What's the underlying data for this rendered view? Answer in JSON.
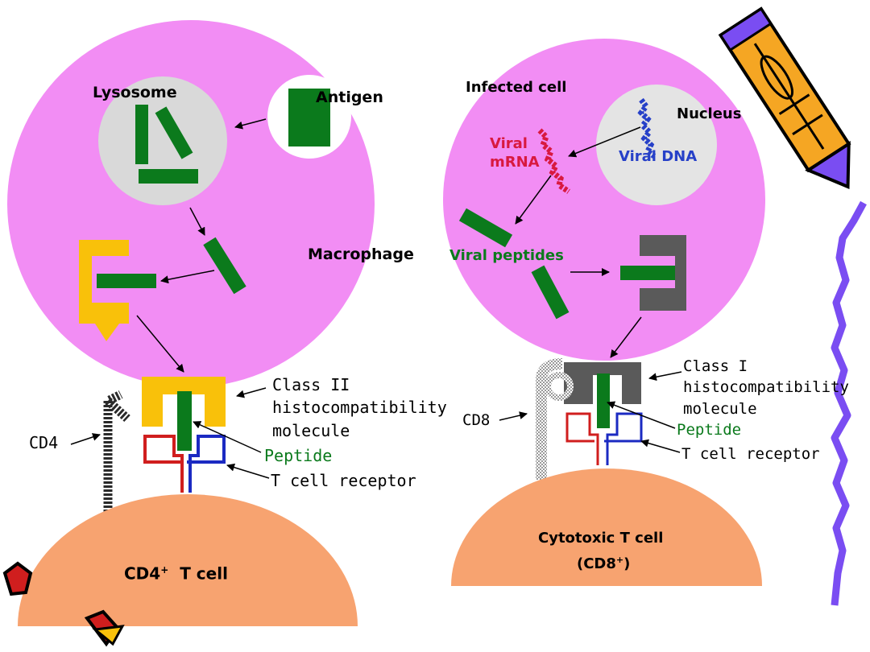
{
  "colors": {
    "cell_pink": "#f28df4",
    "lysosome_gray": "#d9d9d9",
    "antigen_green": "#0b7a1c",
    "class2_gold": "#f9c10a",
    "class1_gray": "#5a5a5a",
    "receptor_red": "#d01e1e",
    "receptor_blue": "#1b2ac2",
    "viral_mrna_red": "#d8193f",
    "viral_dna_blue": "#2640c8",
    "tcell_salmon": "#f7a370",
    "squiggle_purple": "#7a4df2",
    "pencil_orange": "#f5a623"
  },
  "left_panel": {
    "lysosome": "Lysosome",
    "antigen": "Antigen",
    "macrophage": "Macrophage",
    "class2_line1": "Class II",
    "class2_line2": "histocompatibility",
    "class2_line3": "molecule",
    "peptide": "Peptide",
    "t_cell_receptor": "T cell receptor",
    "cd4": "CD4",
    "t_cell_label": "CD4",
    "t_cell_sup": "+",
    "t_cell_suffix": "T cell"
  },
  "right_panel": {
    "infected_cell": "Infected cell",
    "nucleus": "Nucleus",
    "viral_mrna_line1": "Viral",
    "viral_mrna_line2": "mRNA",
    "viral_dna": "Viral DNA",
    "viral_peptides": "Viral peptides",
    "class1_line1": "Class I",
    "class1_line2": "histocompatibility",
    "class1_line3": "molecule",
    "peptide": "Peptide",
    "t_cell_receptor": "T cell receptor",
    "cd8": "CD8",
    "t_cell_line1": "Cytotoxic T cell",
    "t_cell_line2_prefix": "(CD8",
    "t_cell_line2_sup": "+",
    "t_cell_line2_suffix": ")"
  }
}
